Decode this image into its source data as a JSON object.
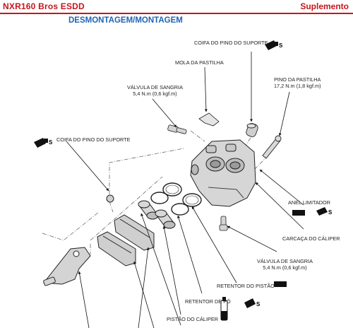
{
  "header": {
    "model": "NXR160 Bros ESDD",
    "tag": "Suplemento",
    "section": "DESMONTAGEM/MONTAGEM"
  },
  "labels": {
    "coifa_top": "COIFA DO PINO DO SUPORTE",
    "mola": "MOLA DA PASTILHA",
    "valvula_top_title": "VÁLVULA DE SANGRIA",
    "valvula_top_torque": "5,4 N.m (0,6 kgf.m)",
    "pino_title": "PINO DA PASTILHA",
    "pino_torque": "17,2 N.m (1,8 kgf.m)",
    "coifa_left": "COIFA DO PINO DO SUPORTE",
    "anel": "ANEL LIMITADOR",
    "carcaca": "CARCAÇA DO CÁLIPER",
    "valvula_bot_title": "VÁLVULA DE SANGRIA",
    "valvula_bot_torque": "5,4 N.m (0,6 kgf.m)",
    "retentor_pistao": "RETENTOR DO PISTÃO",
    "retentor_po": "RETENTOR DE PÓ",
    "pistao": "PISTÃO DO CÁLIPER"
  },
  "icons": [
    "grease-icon",
    "brake-fluid-icon",
    "new-part-icon"
  ],
  "colors": {
    "header_red": "#c4161c",
    "section_blue": "#1e64b4"
  }
}
